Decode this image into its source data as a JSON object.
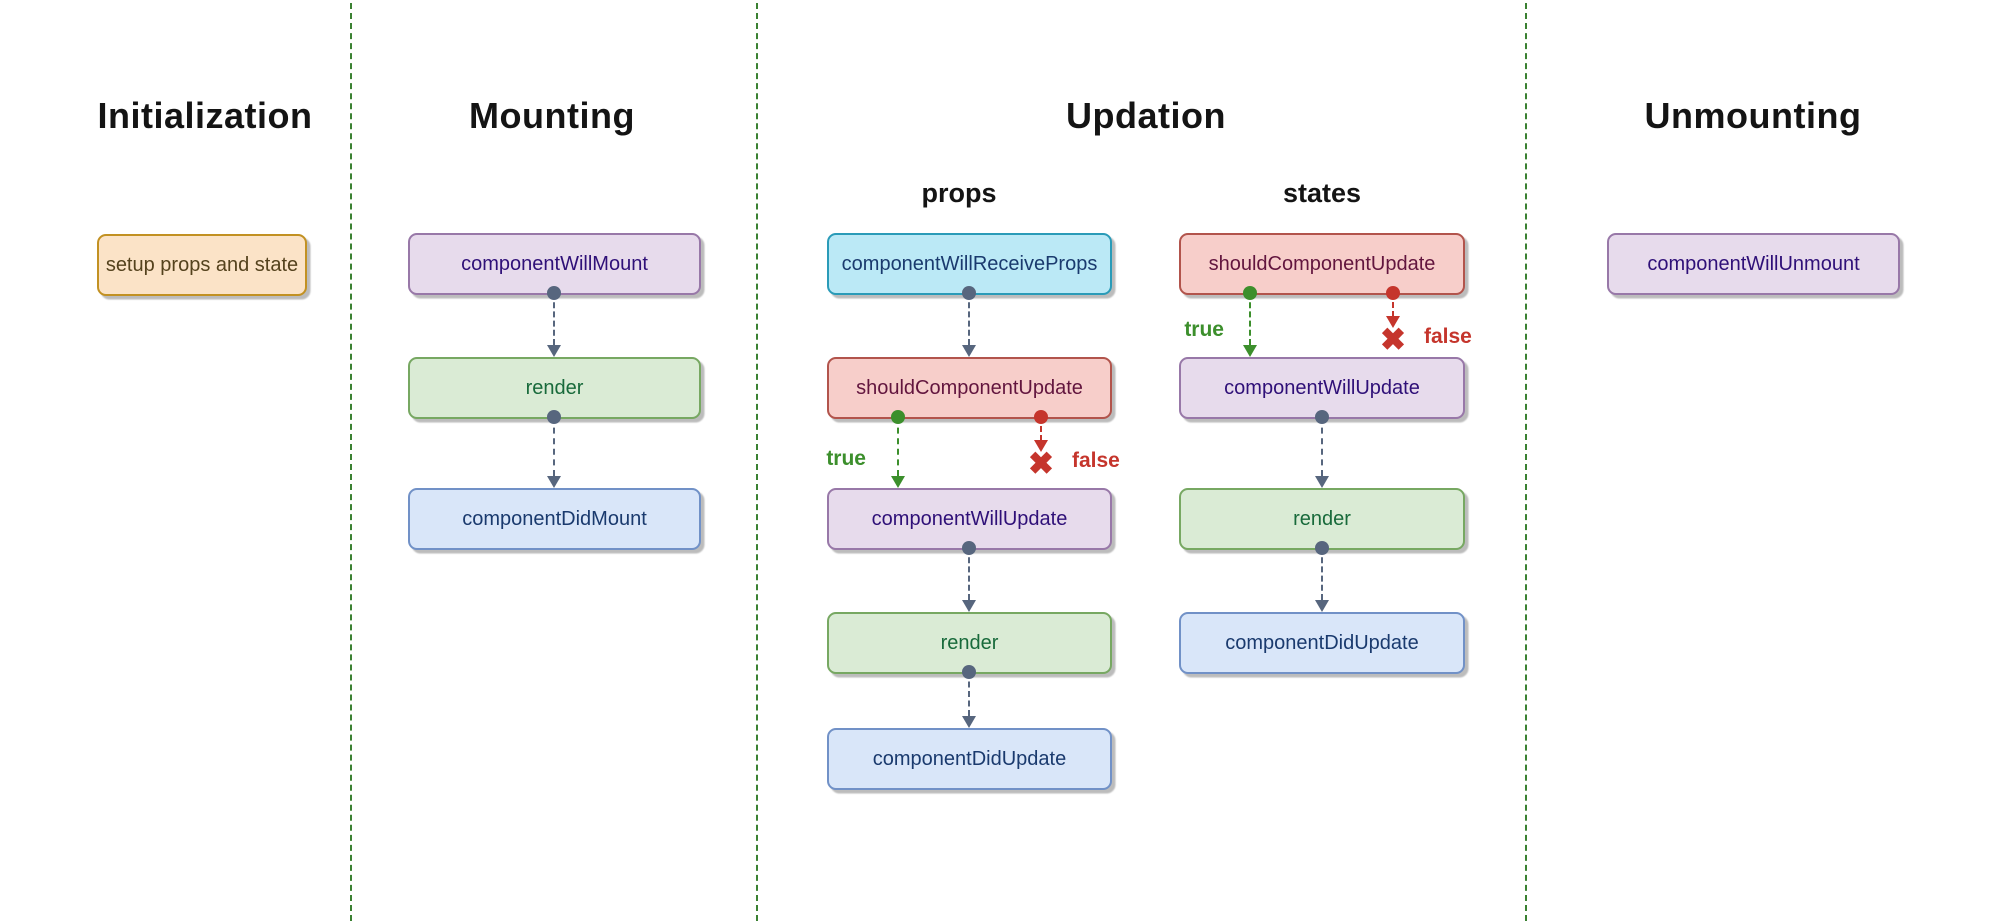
{
  "sections": [
    {
      "title": "Initialization",
      "nodes": [
        {
          "label": "setup props and state",
          "style": "orange"
        }
      ]
    },
    {
      "title": "Mounting",
      "nodes": [
        {
          "label": "componentWillMount",
          "style": "purple"
        },
        {
          "label": "render",
          "style": "green"
        },
        {
          "label": "componentDidMount",
          "style": "blue"
        }
      ]
    },
    {
      "title": "Updation",
      "columns": [
        {
          "label": "props",
          "true_label": "true",
          "false_label": "false",
          "nodes": [
            {
              "label": "componentWillReceiveProps",
              "style": "cyan"
            },
            {
              "label": "shouldComponentUpdate",
              "style": "red"
            },
            {
              "label": "componentWillUpdate",
              "style": "purple"
            },
            {
              "label": "render",
              "style": "green"
            },
            {
              "label": "componentDidUpdate",
              "style": "blue"
            }
          ]
        },
        {
          "label": "states",
          "true_label": "true",
          "false_label": "false",
          "nodes": [
            {
              "label": "shouldComponentUpdate",
              "style": "red"
            },
            {
              "label": "componentWillUpdate",
              "style": "purple"
            },
            {
              "label": "render",
              "style": "green"
            },
            {
              "label": "componentDidUpdate",
              "style": "blue"
            }
          ]
        }
      ]
    },
    {
      "title": "Unmounting",
      "nodes": [
        {
          "label": "componentWillUnmount",
          "style": "purple"
        }
      ]
    }
  ],
  "icons": {
    "false_cross": "✖"
  },
  "colors": {
    "divider_green": "#3b8132",
    "arrow_slate": "#57667e",
    "arrow_true_green": "#3c8f2c",
    "arrow_false_red": "#c5352c",
    "node_styles": {
      "orange": {
        "fill": "#fbe3c7",
        "border": "#c29122",
        "text": "#54421d"
      },
      "purple": {
        "fill": "#e7dbec",
        "border": "#9878a8",
        "text": "#2f1078"
      },
      "green": {
        "fill": "#daebd5",
        "border": "#77a862",
        "text": "#186a3b"
      },
      "blue": {
        "fill": "#d9e6f9",
        "border": "#7191c7",
        "text": "#1a3a6e"
      },
      "cyan": {
        "fill": "#bbe9f6",
        "border": "#2a9bb8",
        "text": "#1a3a6e"
      },
      "red": {
        "fill": "#f7ceca",
        "border": "#b2544c",
        "text": "#62153e"
      }
    }
  }
}
